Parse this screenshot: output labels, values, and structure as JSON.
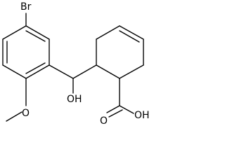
{
  "molecule": {
    "atom_labels": {
      "br": "Br",
      "hydroxyl": "OH",
      "methoxy_oxygen": "O",
      "acid_hydroxyl": "OH",
      "carbonyl_oxygen": "O"
    },
    "colors": {
      "bond": "#000000",
      "text": "#000000",
      "background": "#ffffff"
    }
  }
}
